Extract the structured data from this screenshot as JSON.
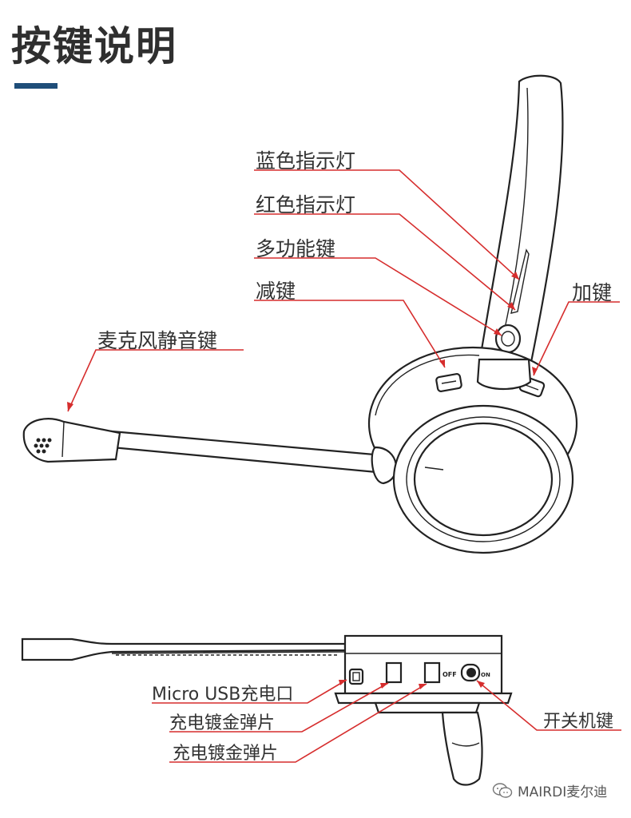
{
  "title": "按键说明",
  "top_view_labels": {
    "blue_indicator": "蓝色指示灯",
    "red_indicator": "红色指示灯",
    "multifunction_key": "多功能键",
    "volume_down": "减键",
    "volume_up": "加键",
    "mic_mute": "麦克风静音键"
  },
  "bottom_view_labels": {
    "micro_usb": "Micro USB充电口",
    "gold_contact_1": "充电镀金弹片",
    "gold_contact_2": "充电镀金弹片",
    "power_switch": "开关机键",
    "switch_off_text": "OFF",
    "switch_on_text": "ON"
  },
  "watermark": {
    "text": "MAIRDI麦尔迪",
    "icon": "wechat-icon"
  },
  "colors": {
    "title_bar": "#1f4e79",
    "leader_lines": "#d62d2d",
    "outline": "#222222"
  }
}
